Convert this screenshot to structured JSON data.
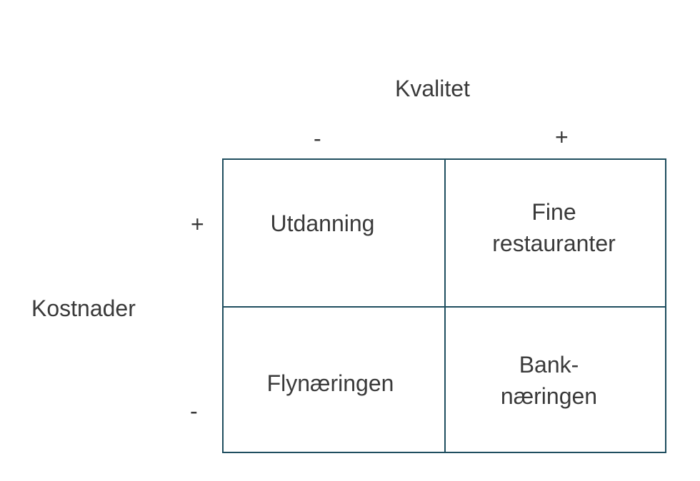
{
  "axes": {
    "x_title": "Kvalitet",
    "y_title": "Kostnader",
    "x_low": "-",
    "x_high": "+",
    "y_high": "+",
    "y_low": "-"
  },
  "quadrants": {
    "top_left": "Utdanning",
    "top_right_line1": "Fine",
    "top_right_line2": "restauranter",
    "bottom_left": "Flynæringen",
    "bottom_right_line1": "Bank-",
    "bottom_right_line2": "næringen"
  },
  "colors": {
    "grid_line": "#1f4e5f",
    "text": "#3a3a3a"
  }
}
